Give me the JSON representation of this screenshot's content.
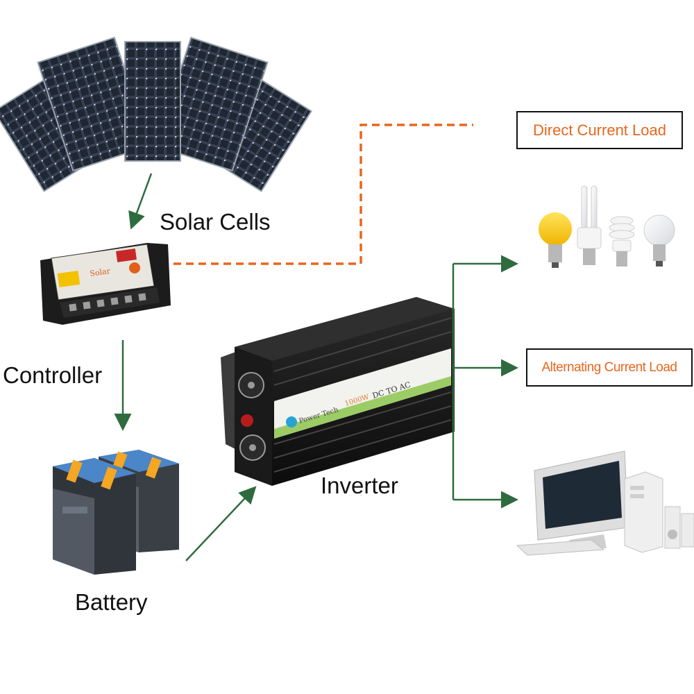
{
  "components": {
    "solar_cells": "Solar Cells",
    "controller": "Controller",
    "battery": "Battery",
    "inverter": "Inverter"
  },
  "loads": {
    "dc": "Direct Current Load",
    "ac": "Alternating Current Load"
  },
  "inverter_panel": {
    "brand": "Power Tech",
    "power": "1000W",
    "mode": "DC TO AC"
  },
  "controller_panel": {
    "brand": "Solar"
  },
  "colors": {
    "arrow_green": "#2e6b3f",
    "dashed_orange": "#e8661e",
    "load_text": "#e8661e"
  }
}
